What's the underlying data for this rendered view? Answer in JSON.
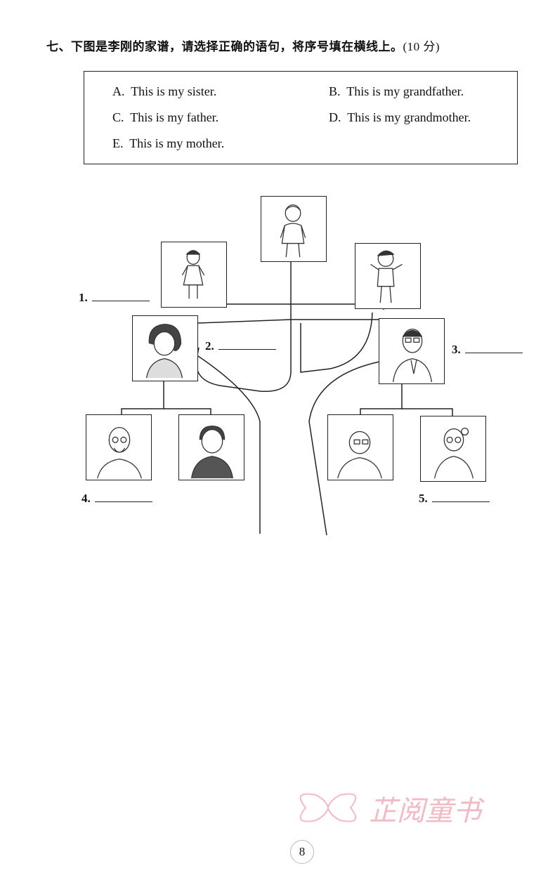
{
  "header": {
    "title": "七、下图是李刚的家谱，请选择正确的语句，将序号填在横线上。",
    "score": "(10 分)"
  },
  "options": [
    {
      "letter": "A.",
      "text": "This is my sister."
    },
    {
      "letter": "B.",
      "text": "This is my grandfather."
    },
    {
      "letter": "C.",
      "text": "This is my father."
    },
    {
      "letter": "D.",
      "text": "This is my grandmother."
    },
    {
      "letter": "E.",
      "text": "This is my mother."
    }
  ],
  "blanks": [
    {
      "num": "1."
    },
    {
      "num": "2."
    },
    {
      "num": "3."
    },
    {
      "num": "4."
    },
    {
      "num": "5."
    }
  ],
  "family_tree": {
    "people": [
      "boy",
      "girl",
      "boy-waving",
      "mother",
      "father",
      "grandfather-left",
      "grandmother-left",
      "grandfather-right",
      "grandmother-right"
    ]
  },
  "footer": {
    "page_number": "8",
    "watermark": "芷阅童书"
  }
}
